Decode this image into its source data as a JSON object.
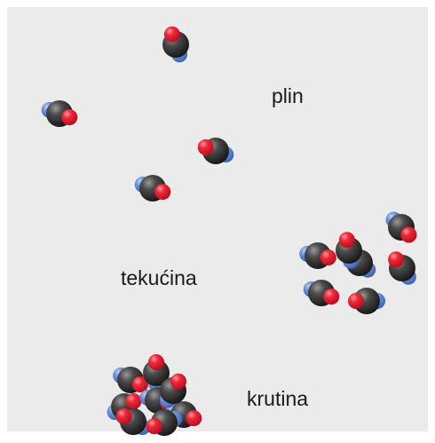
{
  "labels": {
    "gas": "plin",
    "liquid": "tekućina",
    "solid": "krutina"
  },
  "colors": {
    "background": "#ebebeb",
    "carbon": "#2b2b2b",
    "oxygen": "#ea1a2b",
    "nitrogen": "#5a82d2"
  },
  "molecules": [
    {
      "group": "gas",
      "atoms": [
        "nitrogen",
        "carbon",
        "oxygen"
      ]
    },
    {
      "group": "gas",
      "atoms": [
        "nitrogen",
        "carbon",
        "oxygen"
      ]
    },
    {
      "group": "gas",
      "atoms": [
        "nitrogen",
        "carbon",
        "oxygen"
      ]
    },
    {
      "group": "gas",
      "atoms": [
        "nitrogen",
        "carbon",
        "oxygen"
      ]
    },
    {
      "group": "liquid",
      "atoms": [
        "nitrogen",
        "carbon",
        "oxygen"
      ]
    },
    {
      "group": "liquid",
      "atoms": [
        "nitrogen",
        "carbon",
        "oxygen"
      ]
    },
    {
      "group": "liquid",
      "atoms": [
        "nitrogen",
        "carbon",
        "oxygen"
      ]
    },
    {
      "group": "liquid",
      "atoms": [
        "nitrogen",
        "carbon",
        "oxygen"
      ]
    },
    {
      "group": "liquid",
      "atoms": [
        "nitrogen",
        "carbon",
        "oxygen"
      ]
    },
    {
      "group": "liquid",
      "atoms": [
        "nitrogen",
        "carbon",
        "oxygen"
      ]
    },
    {
      "group": "liquid",
      "atoms": [
        "nitrogen",
        "carbon",
        "oxygen"
      ]
    },
    {
      "group": "solid",
      "atoms": [
        "nitrogen",
        "carbon",
        "oxygen"
      ]
    },
    {
      "group": "solid",
      "atoms": [
        "nitrogen",
        "carbon",
        "oxygen"
      ]
    },
    {
      "group": "solid",
      "atoms": [
        "nitrogen",
        "carbon",
        "oxygen"
      ]
    },
    {
      "group": "solid",
      "atoms": [
        "nitrogen",
        "carbon",
        "oxygen"
      ]
    },
    {
      "group": "solid",
      "atoms": [
        "nitrogen",
        "carbon",
        "oxygen"
      ]
    },
    {
      "group": "solid",
      "atoms": [
        "nitrogen",
        "carbon",
        "oxygen"
      ]
    },
    {
      "group": "solid",
      "atoms": [
        "nitrogen",
        "carbon",
        "oxygen"
      ]
    },
    {
      "group": "solid",
      "atoms": [
        "nitrogen",
        "carbon",
        "oxygen"
      ]
    }
  ]
}
